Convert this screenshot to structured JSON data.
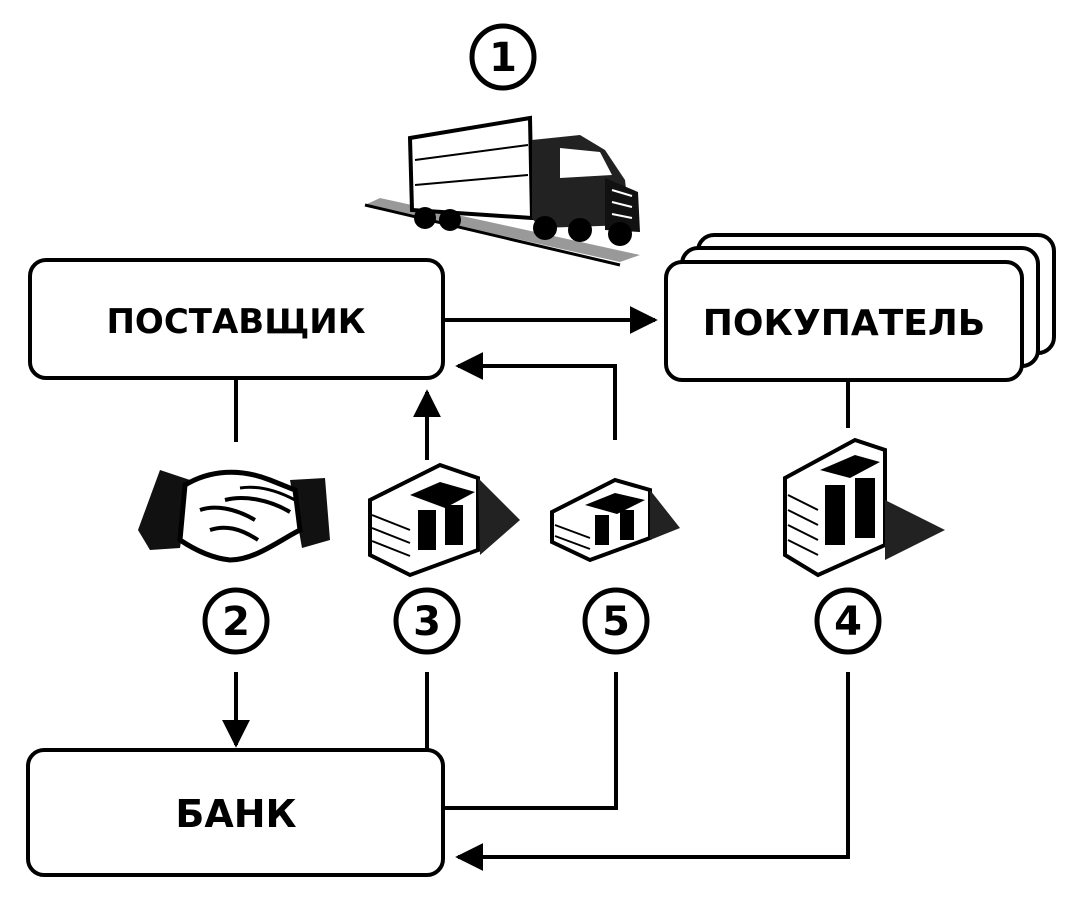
{
  "nodes": {
    "supplier": "ПОСТАВЩИК",
    "buyer": "ПОКУПАТЕЛЬ",
    "bank": "БАНК"
  },
  "steps": {
    "s1": "1",
    "s2": "2",
    "s3": "3",
    "s4": "4",
    "s5": "5"
  },
  "colors": {
    "ink": "#000000",
    "background": "#ffffff"
  },
  "icons": {
    "step1": "truck-icon",
    "step2": "handshake-icon",
    "step3": "money-stack-icon",
    "step4": "money-stack-icon",
    "step5": "money-stack-icon"
  }
}
